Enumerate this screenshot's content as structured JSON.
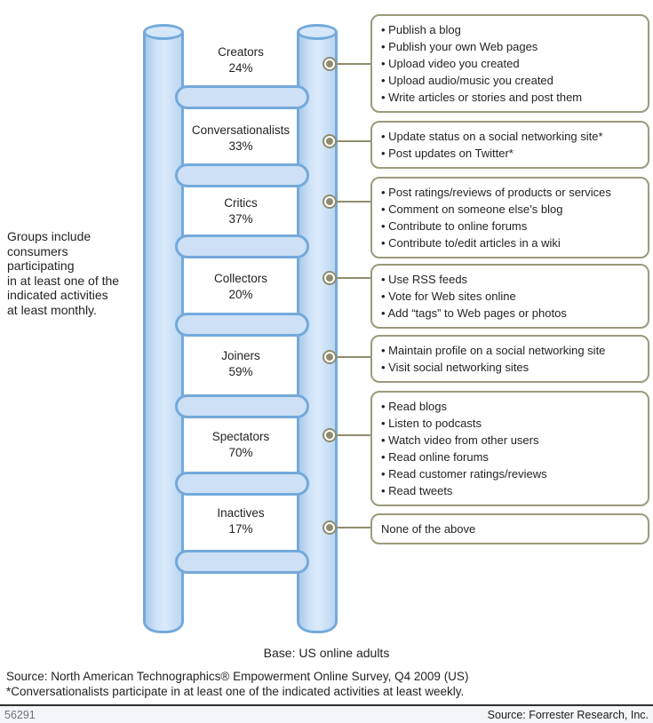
{
  "note": "Groups include\nconsumers\nparticipating\nin at least one of the\nindicated activities\nat least monthly.",
  "groups": [
    {
      "name": "Creators",
      "pct": "24%",
      "activities": [
        "Publish a blog",
        "Publish your own Web pages",
        "Upload video you created",
        "Upload audio/music you created",
        "Write articles or stories and post them"
      ]
    },
    {
      "name": "Conversationalists",
      "pct": "33%",
      "activities": [
        "Update status on a social networking site*",
        "Post updates on Twitter*"
      ]
    },
    {
      "name": "Critics",
      "pct": "37%",
      "activities": [
        "Post ratings/reviews of products or services",
        "Comment on someone else’s blog",
        "Contribute to online forums",
        "Contribute to/edit articles in a wiki"
      ]
    },
    {
      "name": "Collectors",
      "pct": "20%",
      "activities": [
        "Use RSS feeds",
        "Vote for Web sites online",
        "Add “tags” to Web pages or photos"
      ]
    },
    {
      "name": "Joiners",
      "pct": "59%",
      "activities": [
        "Maintain profile on a social networking site",
        "Visit social networking sites"
      ]
    },
    {
      "name": "Spectators",
      "pct": "70%",
      "activities": [
        "Read blogs",
        "Listen to podcasts",
        "Watch video from other users",
        "Read online forums",
        "Read customer ratings/reviews",
        "Read tweets"
      ]
    },
    {
      "name": "Inactives",
      "pct": "17%",
      "activities": [
        "None of the above"
      ]
    }
  ],
  "footer": {
    "base": "Base: US online adults",
    "source": "Source: North American Technographics® Empowerment Online Survey, Q4 2009 (US)",
    "note": "*Conversationalists participate in at least one of the indicated activities at least weekly.",
    "doc_id": "56291",
    "source_right": "Source: Forrester Research, Inc."
  },
  "colors": {
    "ladder_border_blue": "#74a9da",
    "ladder_fill_blue": "#cfe3f8",
    "callout_border_olive": "#9c9a7b",
    "connector_olive": "#8e8c6e"
  }
}
